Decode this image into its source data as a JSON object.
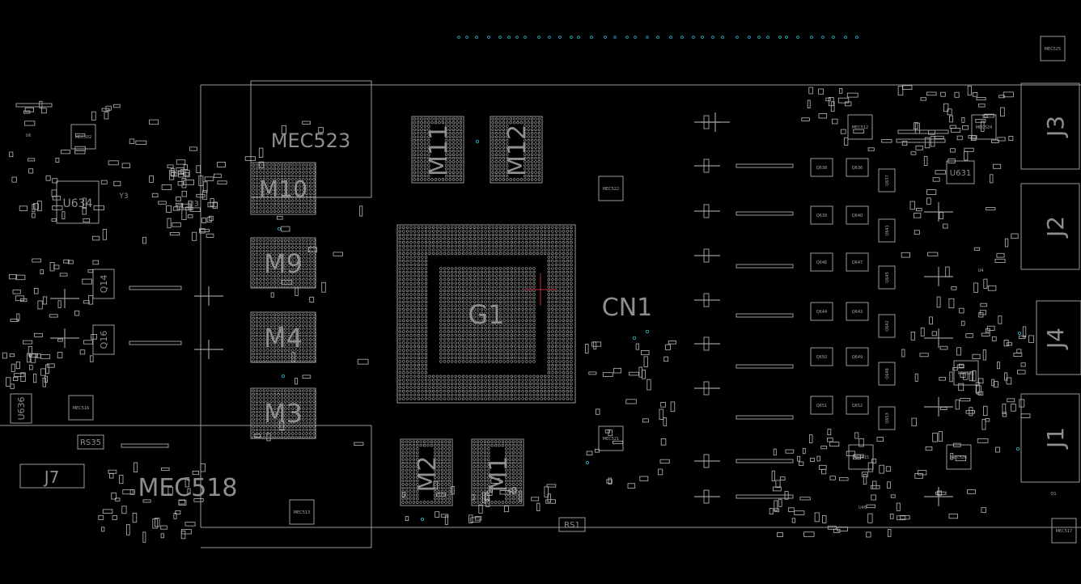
{
  "colors": {
    "background": "#000000",
    "outline": "#9a9a9a",
    "pin": "#b8b8b8",
    "label": "#8e8e8e",
    "small_label": "#a8a8a8",
    "testpoint": "#2fb8c8",
    "crosshair": "#c0303a"
  },
  "labels": {
    "g1": "G1",
    "cn1": "CN1",
    "mec523": "MEC523",
    "mec518": "MEC518",
    "m10": "M10",
    "m9": "M9",
    "m4": "M4",
    "m3": "M3",
    "m11": "M11",
    "m12": "M12",
    "m2": "M2",
    "m1": "M1",
    "j1": "J1",
    "j2": "J2",
    "j3": "J3",
    "j4": "J4",
    "j7": "J7",
    "u634": "U634",
    "u636": "U636",
    "u631": "U631",
    "q14": "Q14",
    "q16": "Q16",
    "rs35": "RS35",
    "rs1": "RS1",
    "u3": "U3",
    "y3": "Y3"
  },
  "small_parts": {
    "mec525": "MEC525",
    "mec522": "MEC522",
    "mec521": "MEC521",
    "mec512": "MEC512",
    "mec524": "MEC524",
    "mec513": "MEC513",
    "mec515": "MEC515",
    "mec511": "MEC511",
    "mec526": "MEC526",
    "mec517": "MEC517",
    "mec516": "MEC516",
    "mec502": "MEC502",
    "q638": "Q638",
    "q636": "Q636",
    "q639": "Q639",
    "q640": "Q640",
    "q646": "Q646",
    "q647": "Q647",
    "q644": "Q644",
    "q643": "Q643",
    "q650": "Q650",
    "q649": "Q649",
    "q651": "Q651",
    "q652": "Q652",
    "q637": "Q637",
    "q641": "Q641",
    "q645": "Q645",
    "q642": "Q642",
    "q648": "Q648",
    "q653": "Q653",
    "u6": "U6",
    "q1": "Q1",
    "u4": "U4",
    "u46": "U46"
  }
}
